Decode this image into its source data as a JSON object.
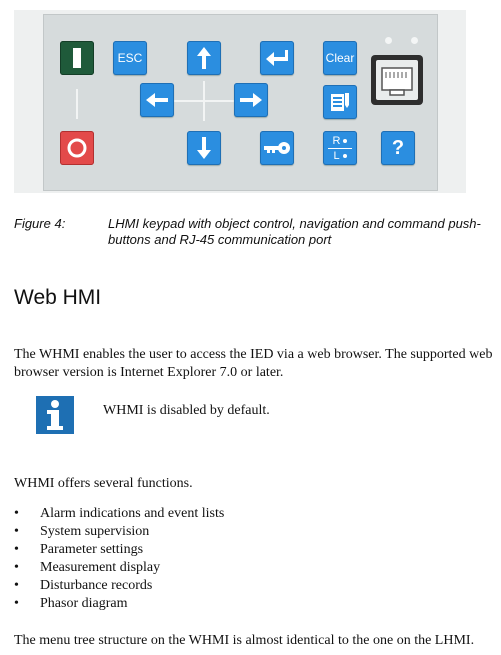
{
  "figure": {
    "keys": {
      "esc_label": "ESC",
      "clear_label": "Clear",
      "remote_label": "R",
      "local_label": "L",
      "help_label": "?"
    },
    "colors": {
      "key_blue": "#2b8ee0",
      "key_green": "#1f5a3a",
      "key_red": "#e34a4a",
      "keypad_bg": "#d6dbdc"
    },
    "caption_label": "Figure 4:",
    "caption_text": "LHMI keypad with object control, navigation and command push-buttons and RJ-45 communication port"
  },
  "section": {
    "title": "Web HMI",
    "intro": "The WHMI enables the user to access the IED via a web browser. The supported web browser version is Internet Explorer 7.0 or later.",
    "note": "WHMI is disabled by default.",
    "functions_intro": "WHMI offers several functions.",
    "functions": [
      "Alarm indications and event lists",
      "System supervision",
      "Parameter settings",
      "Measurement display",
      "Disturbance records",
      "Phasor diagram"
    ],
    "closing": "The menu tree structure on the WHMI is almost identical to the one on the LHMI."
  },
  "icons": {
    "bullet_char": "•"
  }
}
